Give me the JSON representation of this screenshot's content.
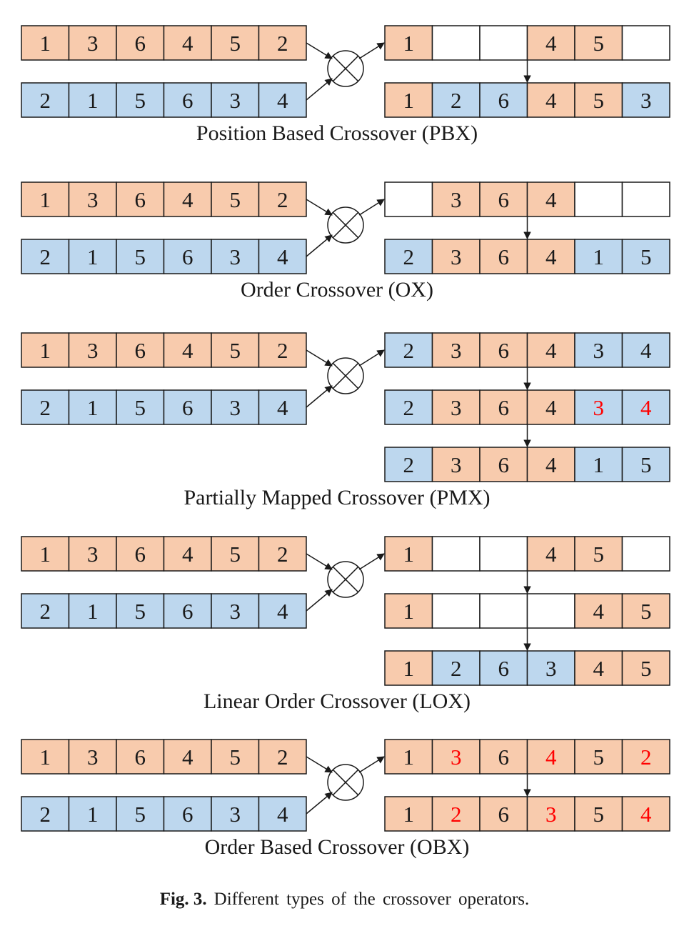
{
  "colors": {
    "orange": "#f8cbad",
    "blue": "#bdd7ee",
    "empty": "#ffffff",
    "stroke": "#1a1a1a",
    "highlight": "#ff0000"
  },
  "icons": {
    "operator": "crossover-circle-x-icon"
  },
  "caption": {
    "label": "Fig. 3.",
    "text": "Different types of the crossover operators."
  },
  "sections": [
    {
      "title": "Position Based Crossover (PBX)",
      "parent1": [
        "1",
        "3",
        "6",
        "4",
        "5",
        "2"
      ],
      "parent2": [
        "2",
        "1",
        "5",
        "6",
        "3",
        "4"
      ],
      "rows": [
        {
          "cells": [
            {
              "v": "1",
              "c": "orange"
            },
            {
              "v": "",
              "c": "empty"
            },
            {
              "v": "",
              "c": "empty"
            },
            {
              "v": "4",
              "c": "orange"
            },
            {
              "v": "5",
              "c": "orange"
            },
            {
              "v": "",
              "c": "empty"
            }
          ]
        },
        {
          "cells": [
            {
              "v": "1",
              "c": "orange"
            },
            {
              "v": "2",
              "c": "blue"
            },
            {
              "v": "6",
              "c": "blue"
            },
            {
              "v": "4",
              "c": "orange"
            },
            {
              "v": "5",
              "c": "orange"
            },
            {
              "v": "3",
              "c": "blue"
            }
          ]
        }
      ]
    },
    {
      "title": "Order Crossover (OX)",
      "parent1": [
        "1",
        "3",
        "6",
        "4",
        "5",
        "2"
      ],
      "parent2": [
        "2",
        "1",
        "5",
        "6",
        "3",
        "4"
      ],
      "rows": [
        {
          "cells": [
            {
              "v": "",
              "c": "empty"
            },
            {
              "v": "3",
              "c": "orange"
            },
            {
              "v": "6",
              "c": "orange"
            },
            {
              "v": "4",
              "c": "orange"
            },
            {
              "v": "",
              "c": "empty"
            },
            {
              "v": "",
              "c": "empty"
            }
          ]
        },
        {
          "cells": [
            {
              "v": "2",
              "c": "blue"
            },
            {
              "v": "3",
              "c": "orange"
            },
            {
              "v": "6",
              "c": "orange"
            },
            {
              "v": "4",
              "c": "orange"
            },
            {
              "v": "1",
              "c": "blue"
            },
            {
              "v": "5",
              "c": "blue"
            }
          ]
        }
      ]
    },
    {
      "title": "Partially Mapped Crossover (PMX)",
      "parent1": [
        "1",
        "3",
        "6",
        "4",
        "5",
        "2"
      ],
      "parent2": [
        "2",
        "1",
        "5",
        "6",
        "3",
        "4"
      ],
      "rows": [
        {
          "cells": [
            {
              "v": "2",
              "c": "blue"
            },
            {
              "v": "3",
              "c": "orange"
            },
            {
              "v": "6",
              "c": "orange"
            },
            {
              "v": "4",
              "c": "orange"
            },
            {
              "v": "3",
              "c": "blue"
            },
            {
              "v": "4",
              "c": "blue"
            }
          ]
        },
        {
          "cells": [
            {
              "v": "2",
              "c": "blue"
            },
            {
              "v": "3",
              "c": "orange"
            },
            {
              "v": "6",
              "c": "orange"
            },
            {
              "v": "4",
              "c": "orange"
            },
            {
              "v": "3",
              "c": "blue",
              "red": true
            },
            {
              "v": "4",
              "c": "blue",
              "red": true
            }
          ]
        },
        {
          "cells": [
            {
              "v": "2",
              "c": "blue"
            },
            {
              "v": "3",
              "c": "orange"
            },
            {
              "v": "6",
              "c": "orange"
            },
            {
              "v": "4",
              "c": "orange"
            },
            {
              "v": "1",
              "c": "blue"
            },
            {
              "v": "5",
              "c": "blue"
            }
          ]
        }
      ]
    },
    {
      "title": "Linear Order Crossover (LOX)",
      "parent1": [
        "1",
        "3",
        "6",
        "4",
        "5",
        "2"
      ],
      "parent2": [
        "2",
        "1",
        "5",
        "6",
        "3",
        "4"
      ],
      "rows": [
        {
          "cells": [
            {
              "v": "1",
              "c": "orange"
            },
            {
              "v": "",
              "c": "empty"
            },
            {
              "v": "",
              "c": "empty"
            },
            {
              "v": "4",
              "c": "orange"
            },
            {
              "v": "5",
              "c": "orange"
            },
            {
              "v": "",
              "c": "empty"
            }
          ]
        },
        {
          "cells": [
            {
              "v": "1",
              "c": "orange"
            },
            {
              "v": "",
              "c": "empty"
            },
            {
              "v": "",
              "c": "empty"
            },
            {
              "v": "",
              "c": "empty"
            },
            {
              "v": "4",
              "c": "orange"
            },
            {
              "v": "5",
              "c": "orange"
            }
          ]
        },
        {
          "cells": [
            {
              "v": "1",
              "c": "orange"
            },
            {
              "v": "2",
              "c": "blue"
            },
            {
              "v": "6",
              "c": "blue"
            },
            {
              "v": "3",
              "c": "blue"
            },
            {
              "v": "4",
              "c": "orange"
            },
            {
              "v": "5",
              "c": "orange"
            }
          ]
        }
      ]
    },
    {
      "title": "Order Based Crossover (OBX)",
      "parent1": [
        "1",
        "3",
        "6",
        "4",
        "5",
        "2"
      ],
      "parent2": [
        "2",
        "1",
        "5",
        "6",
        "3",
        "4"
      ],
      "rows": [
        {
          "cells": [
            {
              "v": "1",
              "c": "orange"
            },
            {
              "v": "3",
              "c": "orange",
              "red": true
            },
            {
              "v": "6",
              "c": "orange"
            },
            {
              "v": "4",
              "c": "orange",
              "red": true
            },
            {
              "v": "5",
              "c": "orange"
            },
            {
              "v": "2",
              "c": "orange",
              "red": true
            }
          ]
        },
        {
          "cells": [
            {
              "v": "1",
              "c": "orange"
            },
            {
              "v": "2",
              "c": "orange",
              "red": true
            },
            {
              "v": "6",
              "c": "orange"
            },
            {
              "v": "3",
              "c": "orange",
              "red": true
            },
            {
              "v": "5",
              "c": "orange"
            },
            {
              "v": "4",
              "c": "orange",
              "red": true
            }
          ]
        }
      ]
    }
  ]
}
